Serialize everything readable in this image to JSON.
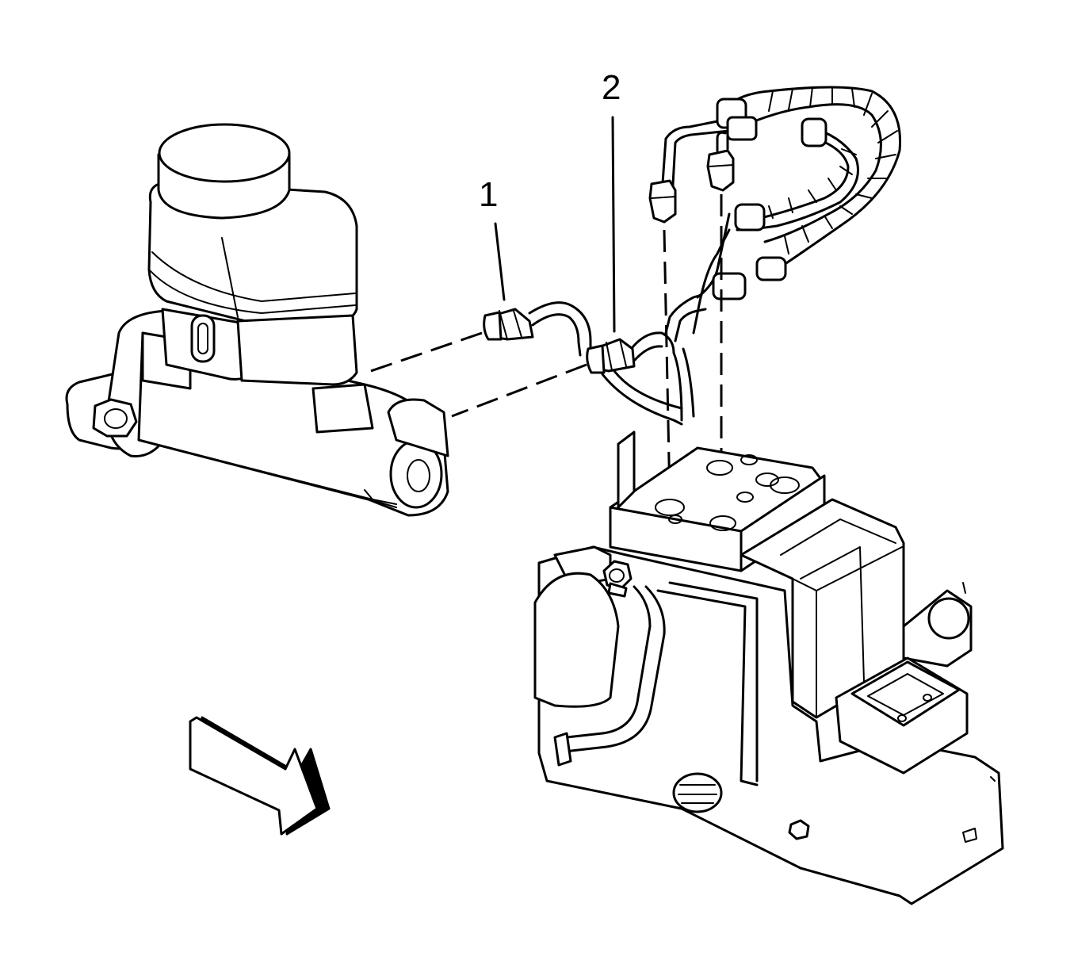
{
  "callouts": [
    {
      "id": 1,
      "label": "1",
      "part": "brake-pipe-fitting-1"
    },
    {
      "id": 2,
      "label": "2",
      "part": "brake-pipe-fitting-2"
    }
  ],
  "components": [
    "master-cylinder",
    "reservoir-cap",
    "brake-pipes",
    "brake-hoses",
    "abs-modulator-valve",
    "electronic-brake-control-module",
    "mounting-bracket",
    "direction-arrow"
  ],
  "colors": {
    "line": "#000000",
    "background": "#ffffff",
    "arrow_shadow": "#000000"
  }
}
